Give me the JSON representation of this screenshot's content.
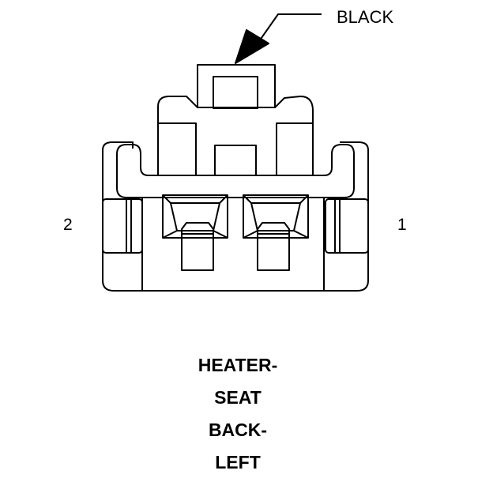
{
  "connector": {
    "color_label": "BLACK",
    "pin_left": "2",
    "pin_right": "1",
    "title_lines": [
      "HEATER-",
      "SEAT",
      "BACK-",
      "LEFT"
    ]
  },
  "colors": {
    "line": "#000000",
    "background": "#ffffff"
  }
}
